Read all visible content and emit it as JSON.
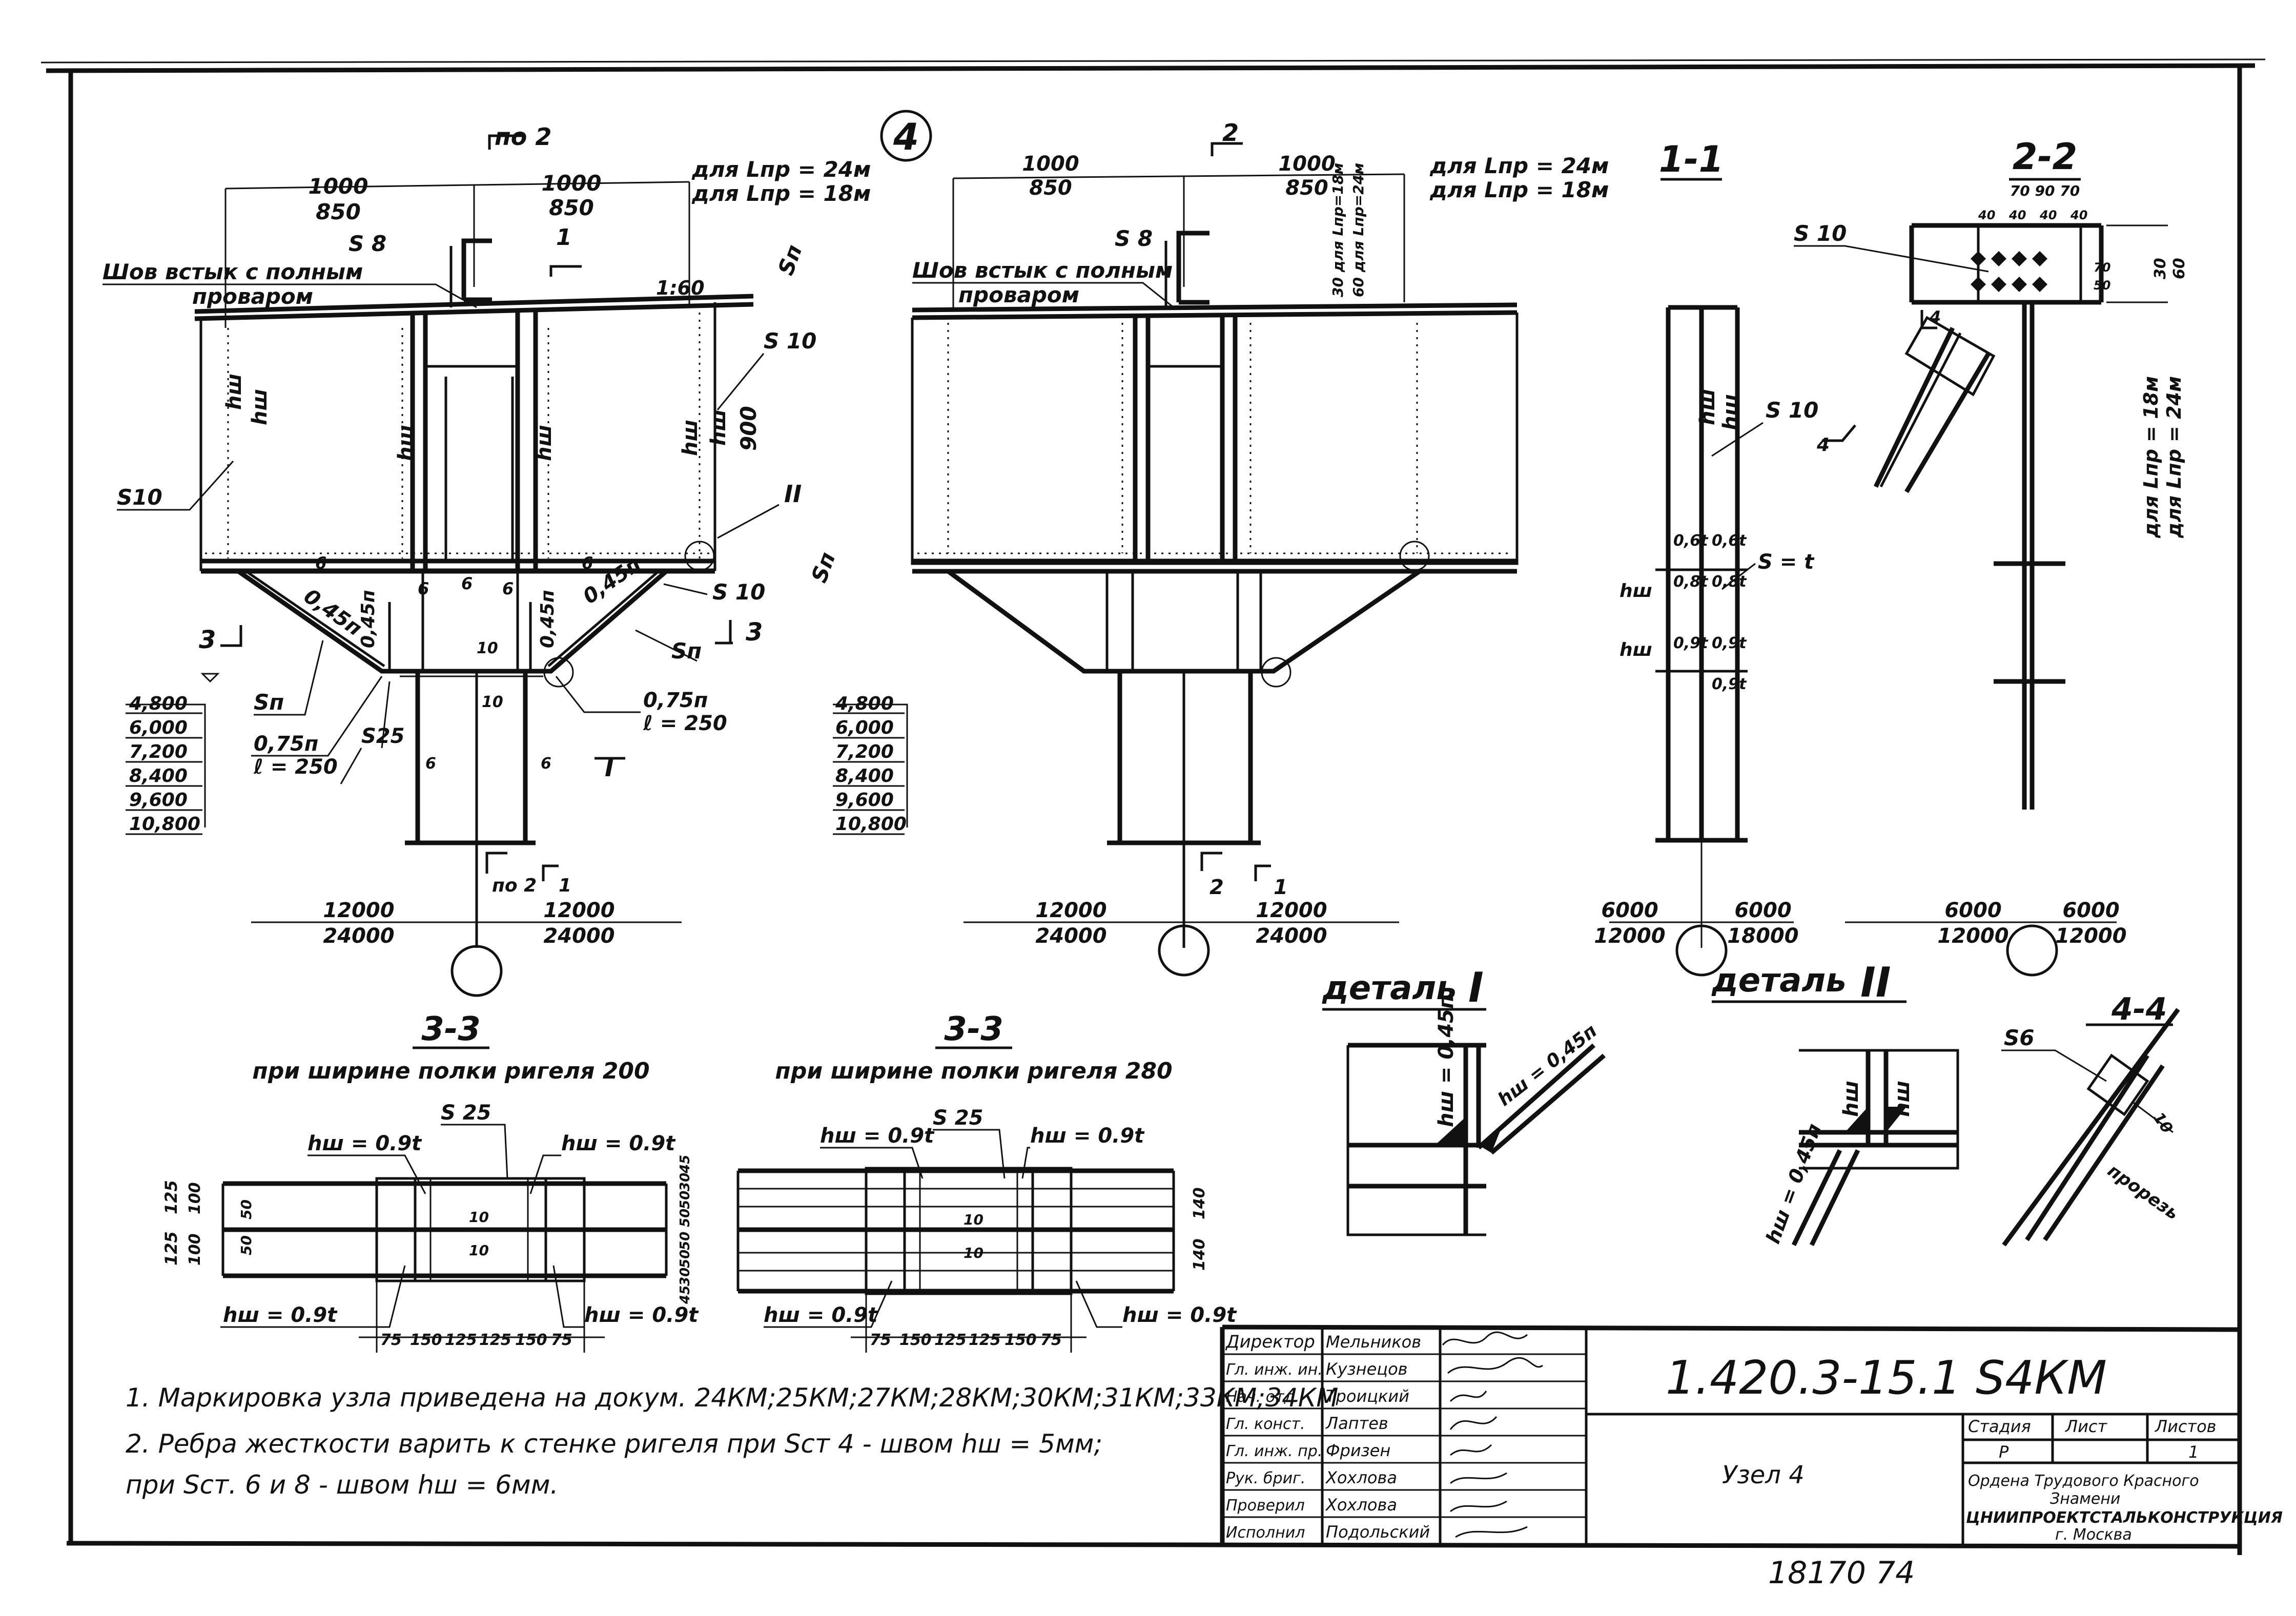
{
  "node_badge": "4",
  "view1": {
    "sec_cut_top": "по 2",
    "dim_top_left": [
      "1000",
      "850"
    ],
    "dim_top_right": [
      "1000",
      "850"
    ],
    "range_note": [
      "для Lпр = 24м",
      "для Lпр = 18м"
    ],
    "seam_note": [
      "Шов встык с полным",
      "проваром"
    ],
    "s8": "S 8",
    "slope": "1:60",
    "cut1": "1",
    "sp": "Sп",
    "s10": "S10",
    "s10b": "S 10",
    "h900": "900",
    "hw": "hш",
    "roman2": "II",
    "roman1": "I",
    "cut3": "3",
    "s25": "S25",
    "sp_small": "Sп",
    "q045": "0,45п",
    "q075": "0,75п",
    "l250": "ℓ = 250",
    "six": "6",
    "ten": "10",
    "levels": [
      "4,800",
      "6,000",
      "7,200",
      "8,400",
      "9,600",
      "10,800"
    ],
    "bot_dims_left": [
      "12000",
      "24000"
    ],
    "bot_dims_right": [
      "12000",
      "24000"
    ],
    "bot_cut": "по 2",
    "bot_cut1": "1"
  },
  "view2": {
    "sec_cut_top": "2",
    "dim_top_left": [
      "1000",
      "850"
    ],
    "dim_top_right": [
      "1000",
      "850"
    ],
    "range_note": [
      "для Lпр = 24м",
      "для Lпр = 18м"
    ],
    "vert_note": [
      "30 для Lпр=18м",
      "60 для Lпр=24м"
    ],
    "seam_note": [
      "Шов встык с полным",
      "проваром"
    ],
    "s8": "S 8",
    "levels": [
      "4,800",
      "6,000",
      "7,200",
      "8,400",
      "9,600",
      "10,800"
    ],
    "bot_dims_left": [
      "12000",
      "24000"
    ],
    "bot_dims_right": [
      "12000",
      "24000"
    ],
    "bot_cut": "2",
    "bot_cut1": "1"
  },
  "view11": {
    "title": "1-1",
    "s10": "S 10",
    "s_eq": "S = t",
    "q06": "0,6t",
    "q08": "0,8t",
    "q09": "0,9t",
    "hw": "hш",
    "bot_dims_left": [
      "6000",
      "12000"
    ],
    "bot_dims_right": [
      "6000",
      "18000"
    ],
    "four": "4"
  },
  "view22": {
    "title": "2-2",
    "top_dims": "70 90 70",
    "small_dims": [
      "40",
      "40",
      "40",
      "40"
    ],
    "s10": "S 10",
    "side_note": [
      "для Lпр = 18м",
      "для Lпр = 24м"
    ],
    "side_dims": [
      "30",
      "60"
    ],
    "d70": "70",
    "d50": "50",
    "bot_dims_left": [
      "6000",
      "12000"
    ],
    "bot_dims_right": [
      "6000",
      "12000"
    ],
    "four": "4"
  },
  "detail1": {
    "title": "деталь",
    "num": "I",
    "hw1": "hш = 0,45п",
    "hw2": "hш = 0,45п"
  },
  "detail2": {
    "title": "деталь",
    "num": "II",
    "hw": "hш",
    "hw3": "hш = 0,45п"
  },
  "view44": {
    "title": "4-4",
    "s6": "S6",
    "d10": "10",
    "cut": "прорезь"
  },
  "sec33a": {
    "title": "3-3",
    "subtitle": "при ширине полки ригеля 200",
    "s25": "S 25",
    "hw_top_left": "hш = 0.9t",
    "hw_top_right": "hш = 0.9t",
    "hw_bot_left": "hш = 0.9t",
    "hw_bot_right": "hш = 0.9t",
    "left_dims": [
      "125",
      "125",
      "100",
      "100",
      "50",
      "50"
    ],
    "bottom_dims": [
      "75",
      "150",
      "125",
      "125",
      "150",
      "75"
    ],
    "ten": "10"
  },
  "sec33b": {
    "title": "3-3",
    "subtitle": "при ширине полки ригеля 280",
    "s25": "S 25",
    "hw_top_left": "hш = 0.9t",
    "hw_top_right": "hш = 0.9t",
    "hw_bot_left": "hш = 0.9t",
    "hw_bot_right": "hш = 0.9t",
    "left_dims": [
      "45",
      "30",
      "50",
      "50",
      "50",
      "50",
      "30",
      "45"
    ],
    "right_dims": [
      "140",
      "140"
    ],
    "bottom_dims": [
      "75",
      "150",
      "125",
      "125",
      "150",
      "75"
    ],
    "ten": "10"
  },
  "notes": [
    "1. Маркировка узла приведена на докум.  24КМ;25КМ;27КМ;28КМ;30КМ;31КМ;33КМ;34КМ",
    "2. Ребра жесткости варить к стенке ригеля при  Sст 4 - швом  hш = 5мм;",
    "при  Sст. 6 и 8 - швом  hш = 6мм."
  ],
  "title_block": {
    "roles": [
      "Директор",
      "Гл. инж. ин.",
      "Нач. отд.",
      "Гл. конст.",
      "Гл. инж. пр.",
      "Рук. бриг.",
      "Проверил",
      "Исполнил"
    ],
    "names": [
      "Мельников",
      "Кузнецов",
      "Троицкий",
      "Лаптев",
      "Фризен",
      "Хохлова",
      "Хохлова",
      "Подольский"
    ],
    "doc_code": "1.420.3-15.1 S4КМ",
    "sheet_title": "Узел 4",
    "col_stage": "Стадия",
    "col_sheet": "Лист",
    "col_sheets": "Листов",
    "stage": "Р",
    "sheets": "1",
    "org": [
      "Ордена Трудового Красного",
      "Знамени",
      "ЦНИИПРОЕКТСТАЛЬКОНСТРУКЦИЯ",
      "г. Москва"
    ]
  },
  "footer_num": "18170  74"
}
